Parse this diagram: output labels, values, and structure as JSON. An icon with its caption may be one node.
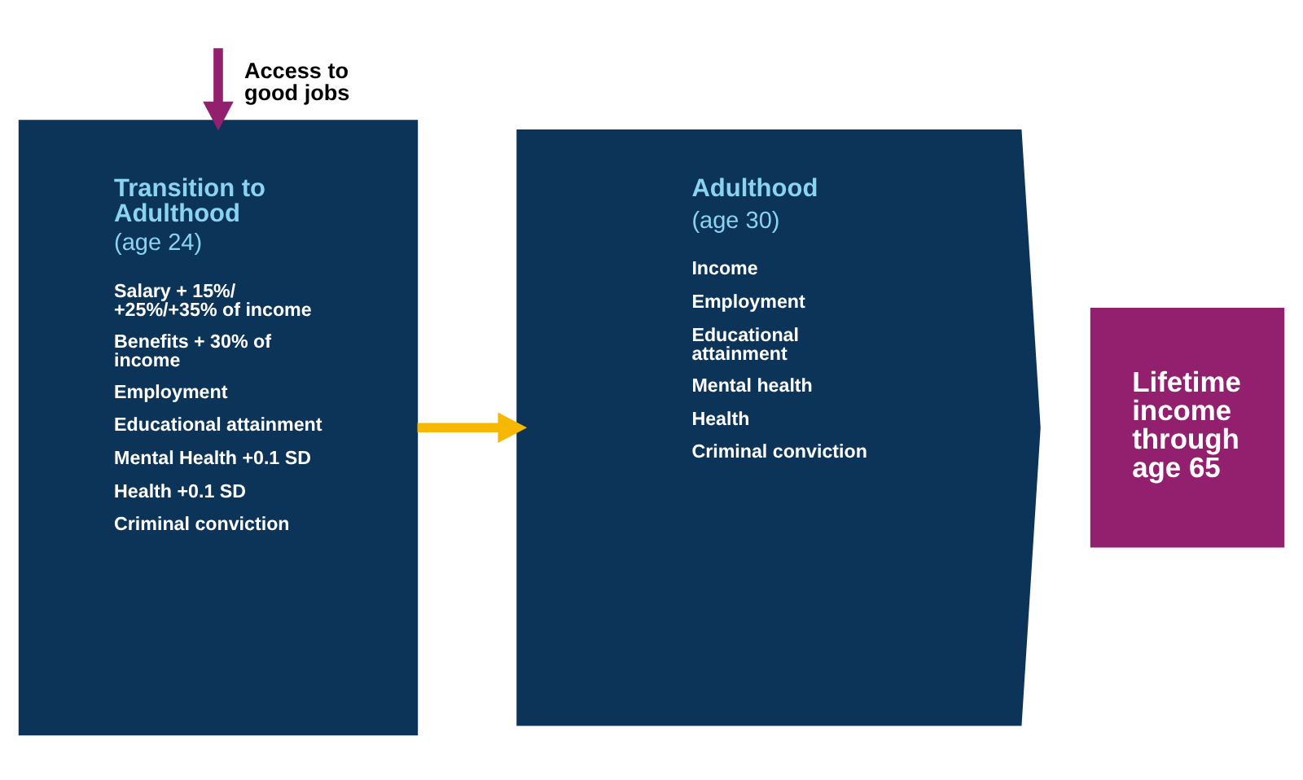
{
  "diagram": {
    "nodes": [
      {
        "text": [
          "Transition to Adulthood",
          "(age 24)",
          "Salary + 15%/ +25%/+35% of income",
          "Benefits + 30% of income",
          "Employment",
          "Educational attainment",
          "Mental Health +0.1 SD",
          "Health +0.1 SD",
          "Criminal conviction"
        ]
      },
      {
        "text": [
          "Adulthood",
          "(age 30)",
          "Income",
          "Employment",
          "Educational attainment",
          "Mental health",
          "Health",
          "Criminal conviction"
        ]
      },
      {
        "text": [
          "Lifetime income through age 65"
        ]
      }
    ],
    "edges": [
      {
        "from": null,
        "to": 0,
        "arrow": "to",
        "label": "Access to good jobs",
        "color": "#93206f"
      },
      {
        "from": 0,
        "to": 1,
        "arrow": "to",
        "color": "#f6b800"
      }
    ]
  }
}
